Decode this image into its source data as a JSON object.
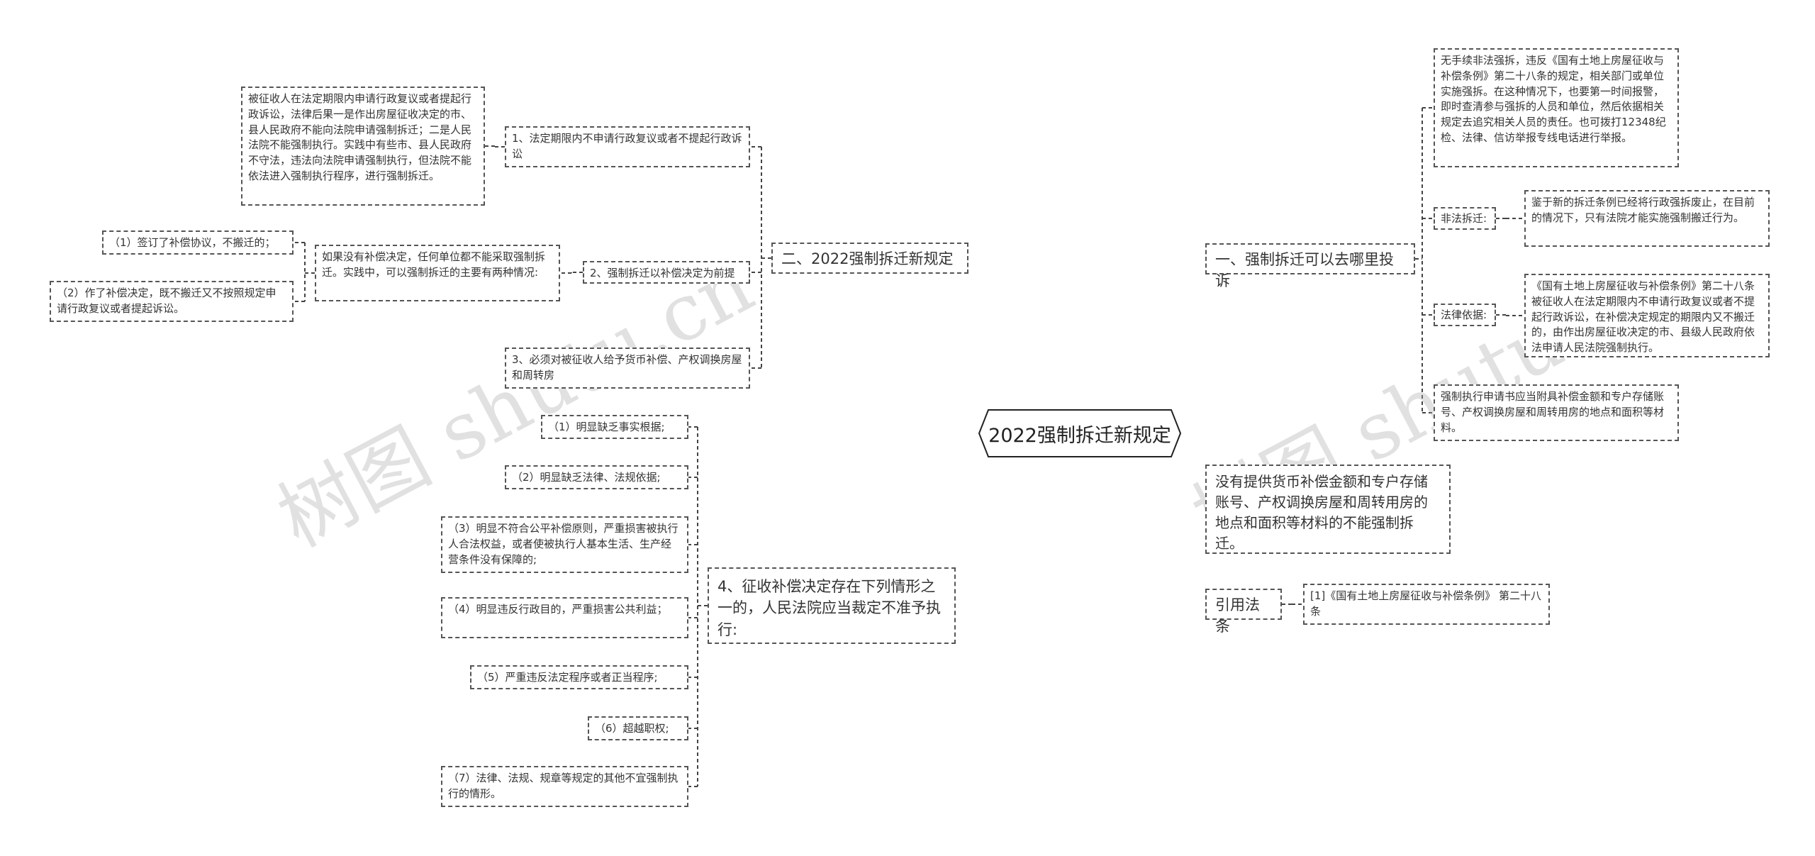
{
  "watermark": {
    "left": "树图 shutu.cn",
    "right": "树图 shutu.cn"
  },
  "root": {
    "text": "2022强制拆迁新规定"
  },
  "left": {
    "branch_new_rules": {
      "label": "二、2022强制拆迁新规定",
      "item1": {
        "label": "1、法定期限内不申请行政复议或者不提起行政诉讼",
        "detail": "被征收人在法定期限内申请行政复议或者提起行政诉讼，法律后果一是作出房屋征收决定的市、县人民政府不能向法院申请强制拆迁；二是人民法院不能强制执行。实践中有些市、县人民政府不守法，违法向法院申请强制执行，但法院不能依法进入强制执行程序，进行强制拆迁。"
      },
      "item2": {
        "label": "2、强制拆迁以补偿决定为前提",
        "detail": "如果没有补偿决定，任何单位都不能采取强制拆迁。实践中，可以强制拆迁的主要有两种情况:",
        "cases": [
          "（1）签订了补偿协议，不搬迁的；",
          "（2）作了补偿决定，既不搬迁又不按照规定申请行政复议或者提起诉讼。"
        ]
      },
      "item3": {
        "label": "3、必须对被征收人给予货币补偿、产权调换房屋和周转房"
      }
    },
    "branch_court": {
      "label": "4、征收补偿决定存在下列情形之一的，人民法院应当裁定不准予执行:",
      "items": [
        "（1）明显缺乏事实根据;",
        "（2）明显缺乏法律、法规依据;",
        "（3）明显不符合公平补偿原则，严重损害被执行人合法权益，或者使被执行人基本生活、生产经营条件没有保障的;",
        "（4）明显违反行政目的，严重损害公共利益；",
        "（5）严重违反法定程序或者正当程序;",
        "（6）超越职权;",
        "（7）法律、法规、规章等规定的其他不宜强制执行的情形。"
      ]
    }
  },
  "right": {
    "branch_complaint": {
      "label": "一、强制拆迁可以去哪里投诉",
      "top_text": "无手续非法强拆，违反《国有土地上房屋征收与补偿条例》第二十八条的规定，相关部门或单位实施强拆。在这种情况下，也要第一时间报警，即时查清参与强拆的人员和单位，然后依据相关规定去追究相关人员的责任。也可拨打12348纪检、法律、信访举报专线电话进行举报。",
      "illegal": {
        "label": "非法拆迁:",
        "text": "鉴于新的拆迁条例已经将行政强拆废止，在目前的情况下，只有法院才能实施强制搬迁行为。"
      },
      "legal_basis": {
        "label": "法律依据:",
        "text": "《国有土地上房屋征收与补偿条例》第二十八条被征收人在法定期限内不申请行政复议或者不提起行政诉讼，在补偿决定规定的期限内又不搬迁的，由作出房屋征收决定的市、县级人民政府依法申请人民法院强制执行。"
      },
      "bottom_text": "强制执行申请书应当附具补偿金额和专户存储账号、产权调换房屋和周转用房的地点和面积等材料。"
    },
    "branch_no_account": {
      "label": "没有提供货币补偿金额和专户存储账号、产权调换房屋和周转用房的地点和面积等材料的不能强制拆迁。"
    },
    "branch_citation": {
      "label": "引用法条",
      "ref": "[1]《国有土地上房屋征收与补偿条例》 第二十八条"
    }
  }
}
